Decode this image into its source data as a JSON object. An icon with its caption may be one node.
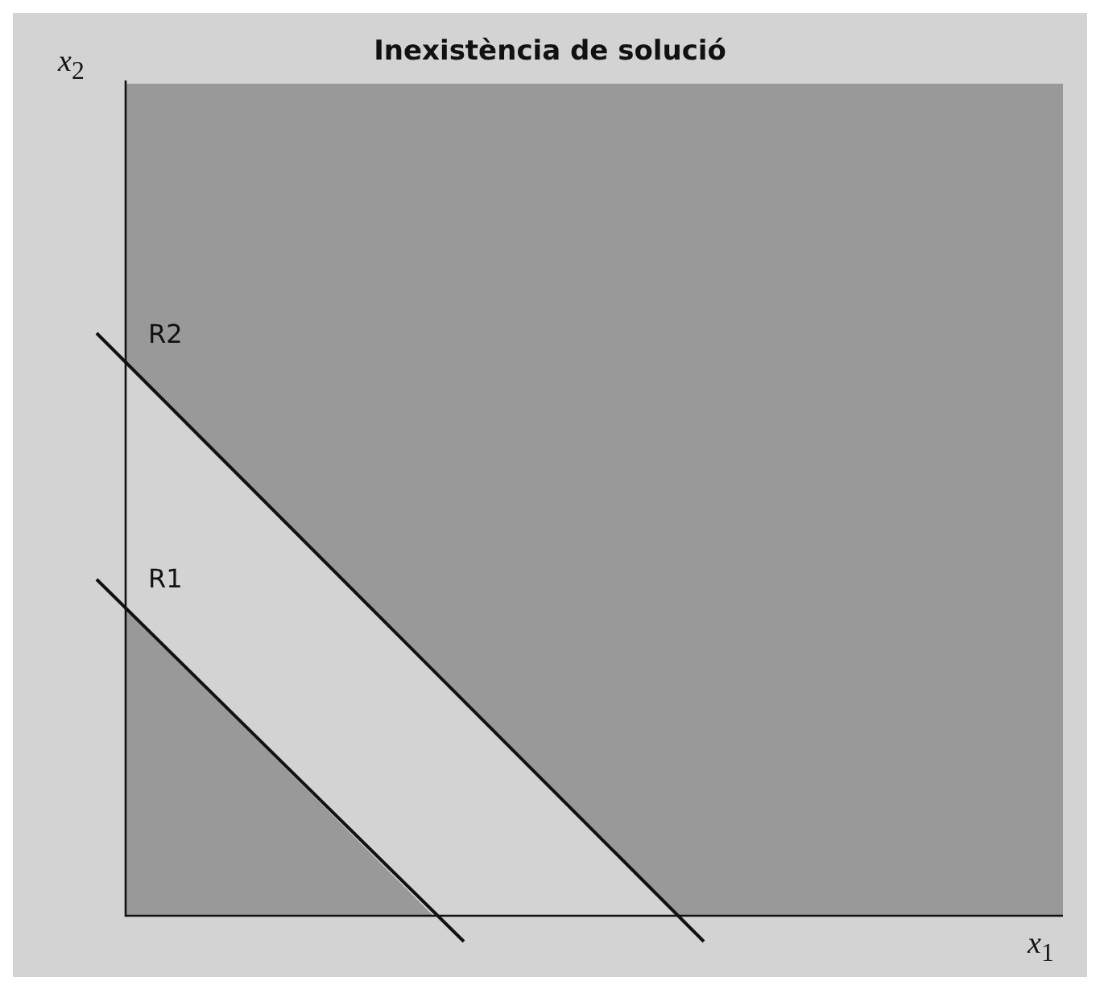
{
  "diagram": {
    "title": "Inexistència de solució",
    "labels": [
      "*x*$_{2}$",
      "R2",
      "R1",
      "*x*$_{1}$"
    ]
  }
}
